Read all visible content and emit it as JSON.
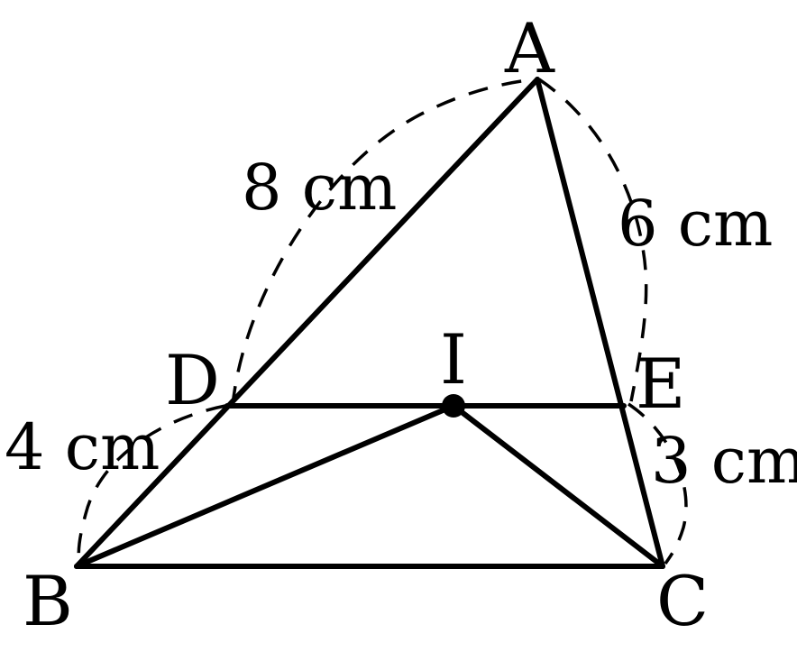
{
  "points": {
    "A": "A",
    "B": "B",
    "C": "C",
    "D": "D",
    "E": "E",
    "I": "I"
  },
  "lengths": {
    "AD": "8 cm",
    "DB": "4 cm",
    "AE": "6 cm",
    "EC": "3 cm"
  },
  "colors": {
    "ink": "#000000",
    "background": "#ffffff"
  }
}
